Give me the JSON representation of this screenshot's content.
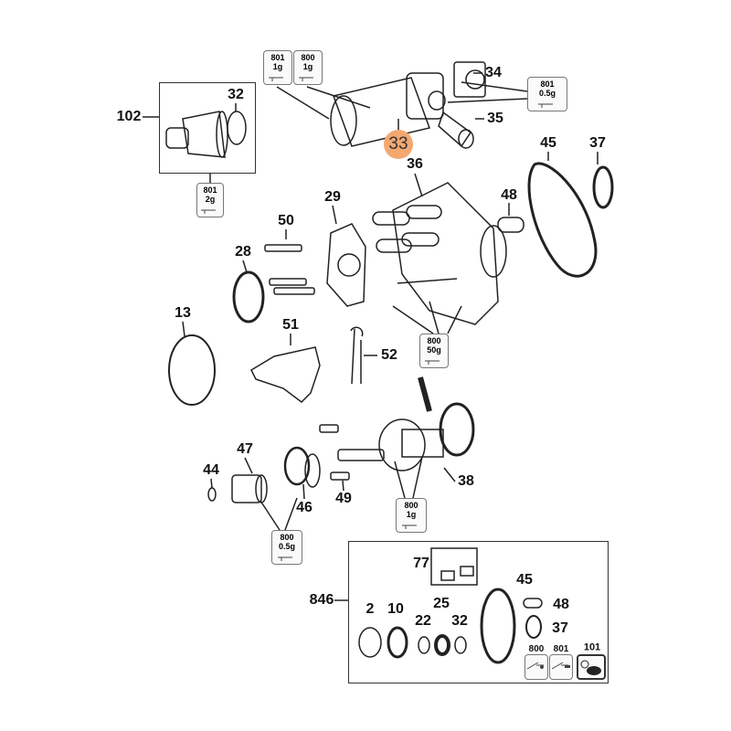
{
  "highlighted_part": "33",
  "part_labels": {
    "p102": "102",
    "p32": "32",
    "p34": "34",
    "p35": "35",
    "p45": "45",
    "p37": "37",
    "p36": "36",
    "p29": "29",
    "p48": "48",
    "p50": "50",
    "p28": "28",
    "p13": "13",
    "p51": "51",
    "p52": "52",
    "p47": "47",
    "p44": "44",
    "p46": "46",
    "p49": "49",
    "p38": "38",
    "p846": "846"
  },
  "kit_labels": {
    "p77": "77",
    "p45": "45",
    "p2": "2",
    "p10": "10",
    "p22": "22",
    "p25": "25",
    "p32": "32",
    "p48": "48",
    "p37": "37",
    "p800": "800",
    "p801": "801",
    "p101": "101"
  },
  "lubricants": [
    {
      "code": "801",
      "amount": "2g"
    },
    {
      "code": "801",
      "amount": "1g"
    },
    {
      "code": "800",
      "amount": "1g"
    },
    {
      "code": "801",
      "amount": "0.5g"
    },
    {
      "code": "800",
      "amount": "50g"
    },
    {
      "code": "800",
      "amount": "1g"
    },
    {
      "code": "800",
      "amount": "0.5g"
    }
  ],
  "colors": {
    "highlight": "#f3a870",
    "line": "#111111"
  }
}
